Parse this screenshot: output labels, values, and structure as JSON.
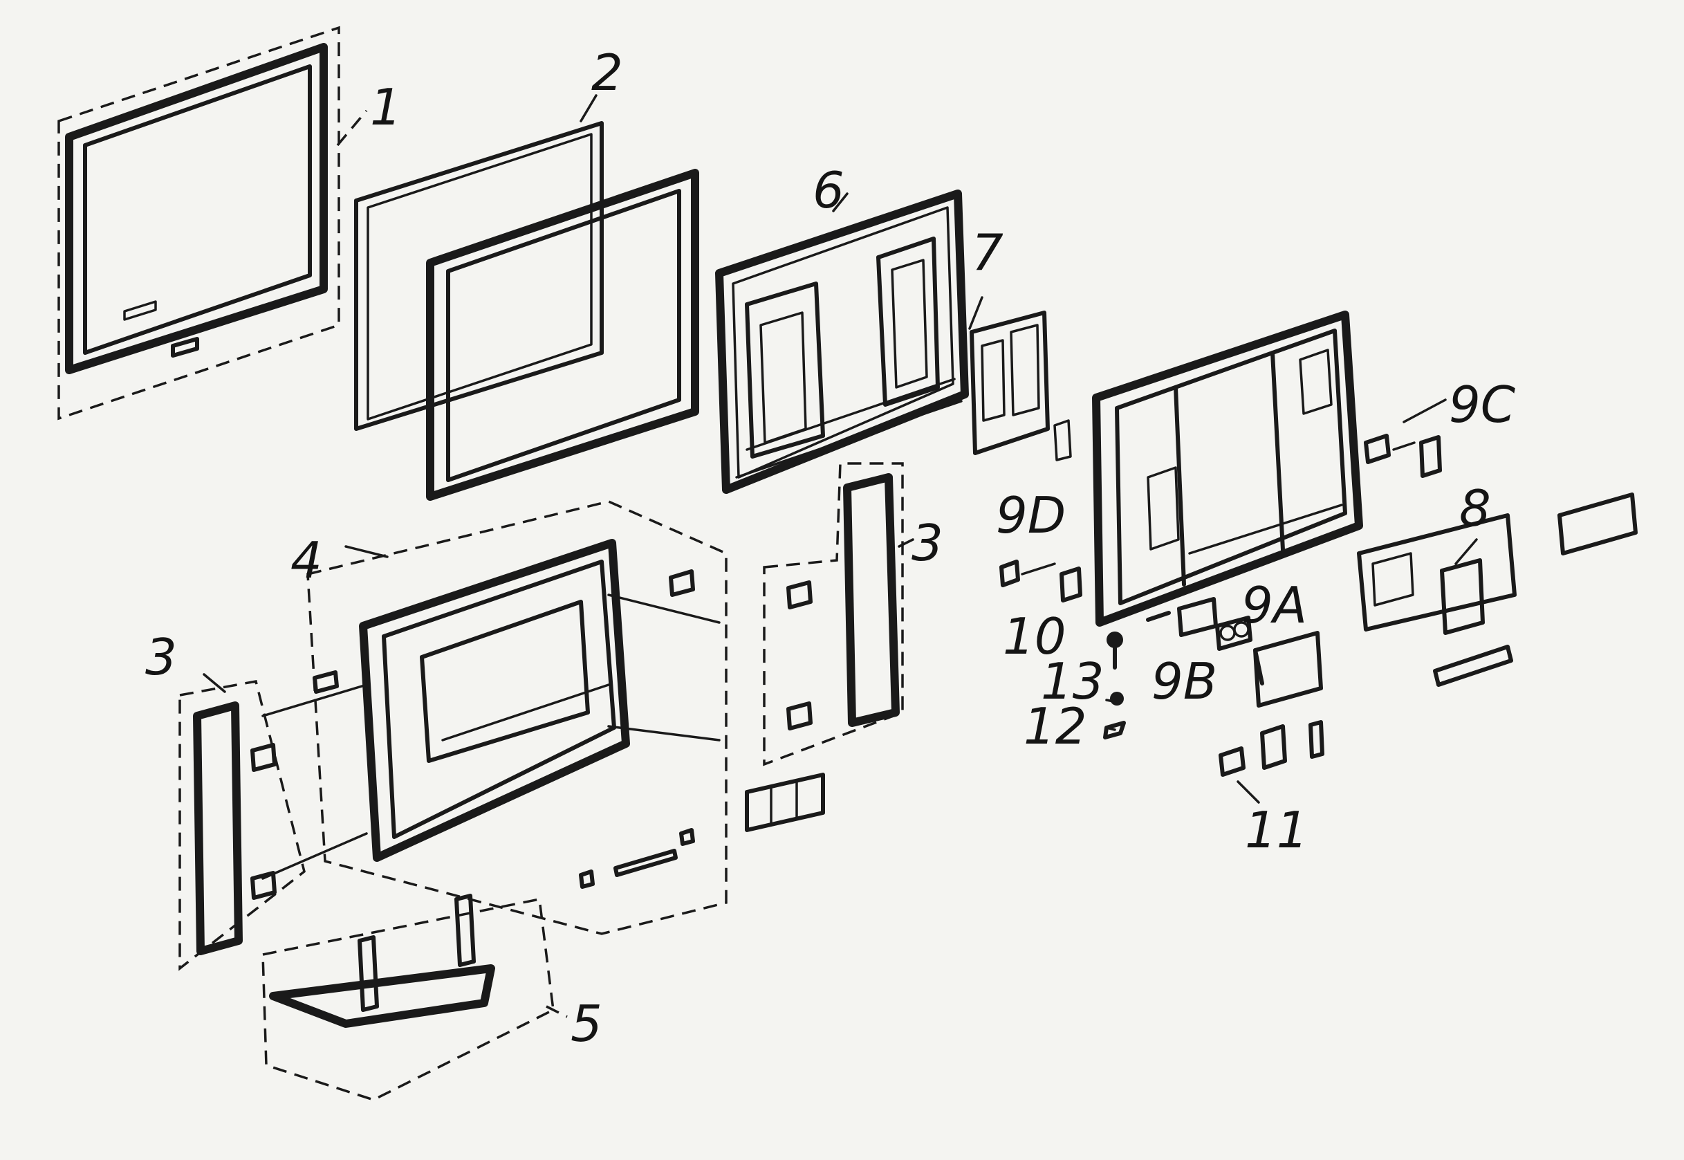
{
  "labels": {
    "l1": "1",
    "l2": "2",
    "l3a": "3",
    "l3b": "3",
    "l4": "4",
    "l5": "5",
    "l6": "6",
    "l7": "7",
    "l8": "8",
    "l9a": "9A",
    "l9b": "9B",
    "l9c": "9C",
    "l9d": "9D",
    "l10": "10",
    "l11": "11",
    "l12": "12",
    "l13": "13"
  }
}
